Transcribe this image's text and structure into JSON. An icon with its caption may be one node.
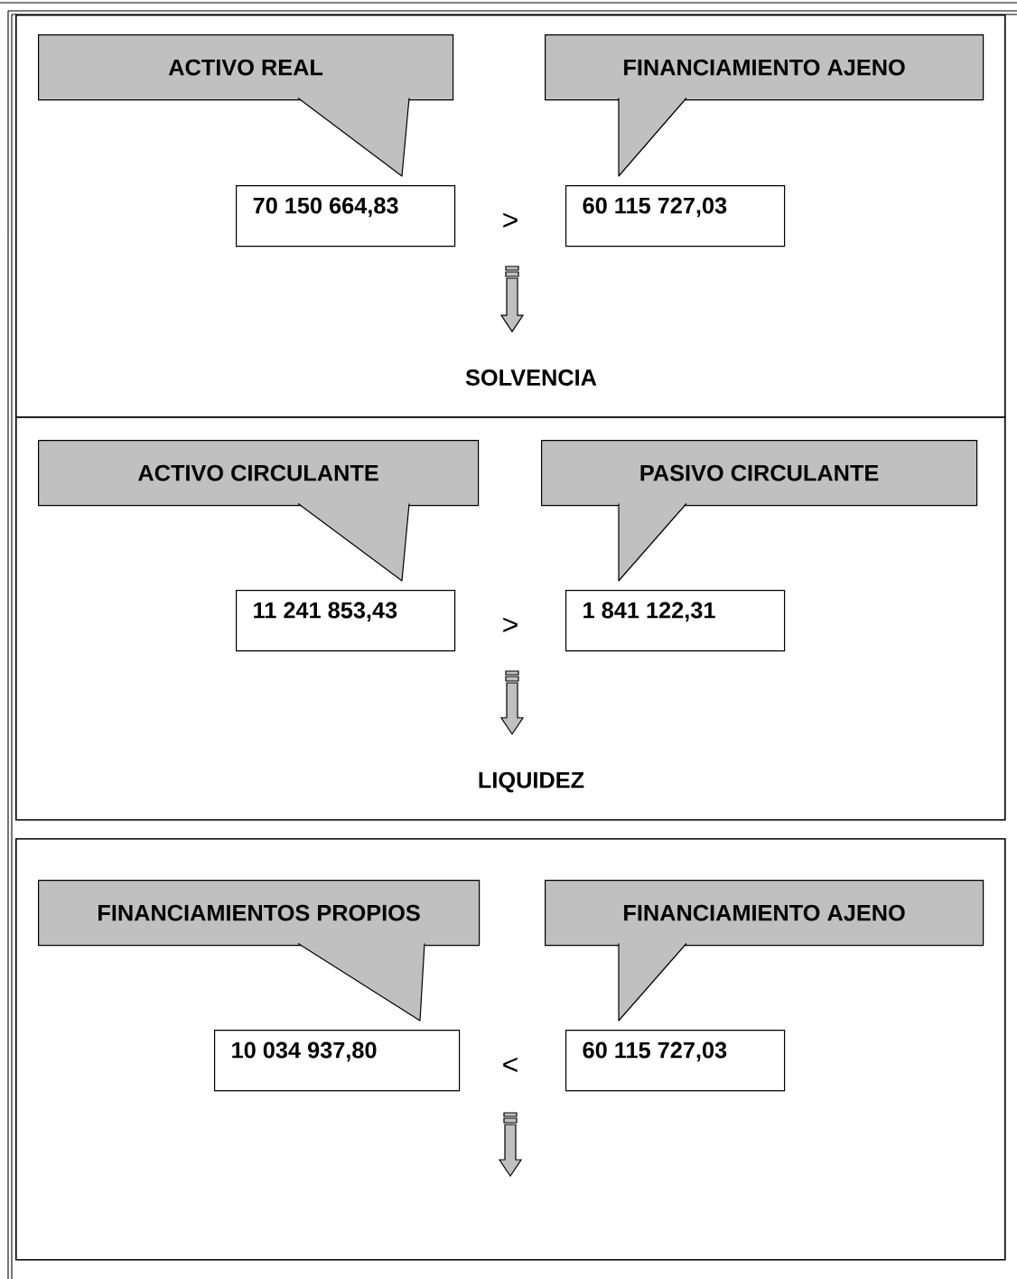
{
  "diagram": {
    "nodes": [
      {
        "text": [],
        "shape": "box"
      },
      {
        "text": [
          "ACTIVO REAL"
        ],
        "in": 0
      },
      {
        "text": [
          "FINANCIAMIENTO AJENO"
        ],
        "in": 0
      },
      {
        "text": [
          "70 150 664,83"
        ],
        "in": 0
      },
      {
        "text": [
          "60 115 727,03"
        ],
        "in": 0
      },
      {
        "text": [
          "SOLVENCIA"
        ],
        "in": 0
      },
      {
        "text": [],
        "shape": "box"
      },
      {
        "text": [
          "ACTIVO CIRCULANTE"
        ],
        "in": 6
      },
      {
        "text": [
          "PASIVO CIRCULANTE"
        ],
        "in": 6
      },
      {
        "text": [
          "11 241 853,43"
        ],
        "in": 6
      },
      {
        "text": [
          "1 841 122,31"
        ],
        "in": 6
      },
      {
        "text": [
          "LIQUIDEZ"
        ],
        "in": 6
      },
      {
        "text": [],
        "shape": "box"
      },
      {
        "text": [
          "FINANCIAMIENTOS PROPIOS"
        ],
        "in": 12
      },
      {
        "text": [
          "FINANCIAMIENTO AJENO"
        ],
        "in": 12
      },
      {
        "text": [
          "10 034 937,80"
        ],
        "in": 12
      },
      {
        "text": [
          "60 115 727,03"
        ],
        "in": 12
      }
    ],
    "edges": [
      {
        "from": null,
        "to": 5,
        "arrow": "to"
      },
      {
        "from": null,
        "to": 11,
        "arrow": "to"
      }
    ],
    "labels": [
      ">",
      ">",
      "<"
    ]
  }
}
